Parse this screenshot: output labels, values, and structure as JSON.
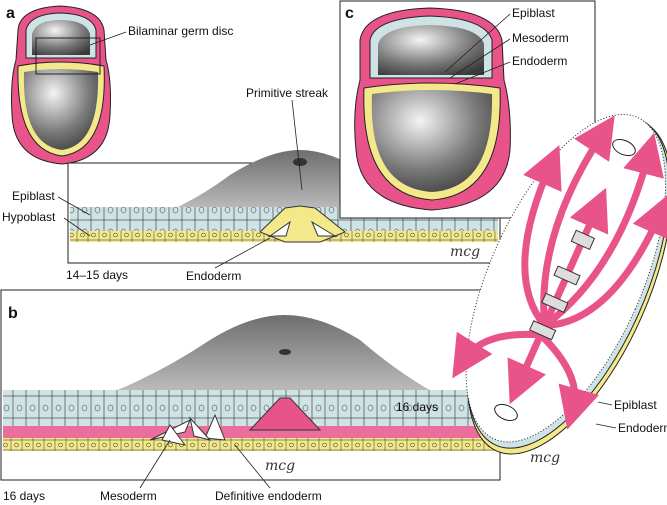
{
  "colors": {
    "epiblast": "#cfe3e6",
    "hypoblast": "#f3e98a",
    "mesoderm": "#e8548a",
    "amnion_gray": "#8c8c8c",
    "outline": "#222222"
  },
  "panel_a": {
    "letter": "a",
    "bilaminar_label": "Bilaminar germ disc",
    "primitive_streak_label": "Primitive streak",
    "epiblast_label": "Epiblast",
    "hypoblast_label": "Hypoblast",
    "endoderm_label": "Endoderm",
    "age_label": "14–15 days",
    "signature": "mcg"
  },
  "panel_b": {
    "letter": "b",
    "age_label": "16 days",
    "mesoderm_label": "Mesoderm",
    "definitive_endoderm_label": "Definitive endoderm",
    "signature": "mcg"
  },
  "panel_c": {
    "letter": "c",
    "epiblast_label": "Epiblast",
    "mesoderm_label": "Mesoderm",
    "endoderm_label": "Endoderm",
    "age_label": "16 days",
    "disc_epiblast_label": "Epiblast",
    "disc_endoderm_label": "Endoderm",
    "signature": "mcg"
  }
}
